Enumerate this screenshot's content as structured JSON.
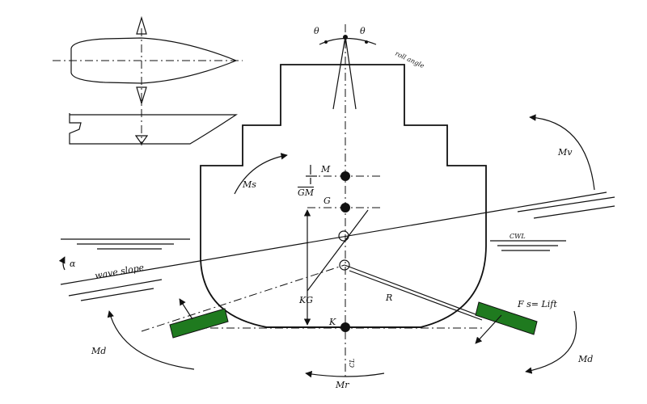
{
  "labels": {
    "theta_left": "θ",
    "theta_right": "θ",
    "roll_angle": "roll angle",
    "M": "M",
    "GM": "GM",
    "G": "G",
    "Ms": "Ms",
    "Mv": "Mv",
    "CWL": "CWL",
    "alpha": "α",
    "wave_slope": "wave slope",
    "KG": "KG",
    "K": "K",
    "R": "R",
    "lift": "F s= Lift",
    "Md_left": "Md",
    "Md_right": "Md",
    "CL": "CL",
    "Mr": "Mr"
  },
  "colors": {
    "fin": "#1f7a1f",
    "line": "#111111"
  }
}
